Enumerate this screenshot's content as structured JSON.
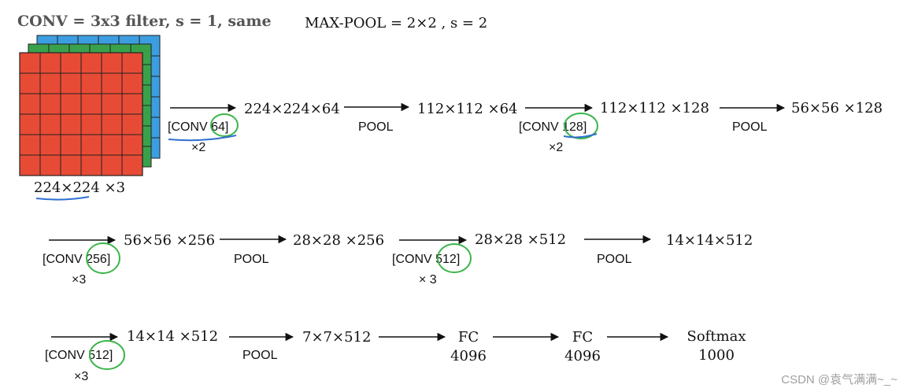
{
  "header": {
    "conv_rule": "CONV = 3x3 filter, s = 1, same",
    "pool_rule": "MAX-POOL = 2×2 , s = 2"
  },
  "input": {
    "label": "224×224 ×3",
    "colors": {
      "red": "#e84b35",
      "green": "#3aa14b",
      "blue": "#3c9ee0"
    }
  },
  "rows": [
    {
      "steps": [
        {
          "op": "[CONV 64]",
          "times": "×2"
        },
        {
          "shape": "224×224×64"
        },
        {
          "op": "POOL"
        },
        {
          "shape": "112×112 ×64"
        },
        {
          "op": "[CONV 128]",
          "times": "×2"
        },
        {
          "shape": "112×112 ×128"
        },
        {
          "op": "POOL"
        },
        {
          "shape": "56×56 ×128"
        }
      ]
    },
    {
      "steps": [
        {
          "op": "[CONV 256]",
          "times": "×3"
        },
        {
          "shape": "56×56 ×256"
        },
        {
          "op": "POOL"
        },
        {
          "shape": "28×28 ×256"
        },
        {
          "op": "[CONV 512]",
          "times": "× 3"
        },
        {
          "shape": "28×28 ×512"
        },
        {
          "op": "POOL"
        },
        {
          "shape": "14×14×512"
        }
      ]
    },
    {
      "steps": [
        {
          "op": "[CONV 512]",
          "times": "×3"
        },
        {
          "shape": "14×14 ×512"
        },
        {
          "op": "POOL"
        },
        {
          "shape": "7×7×512"
        },
        {
          "shape": "FC",
          "sub": "4096"
        },
        {
          "shape": "FC",
          "sub": "4096"
        },
        {
          "shape": "Softmax",
          "sub": "1000"
        }
      ]
    }
  ],
  "watermark": "CSDN @袁气满满~_~",
  "annotation_colors": {
    "circle": "#3bb54a",
    "underline": "#2f6fcf"
  }
}
